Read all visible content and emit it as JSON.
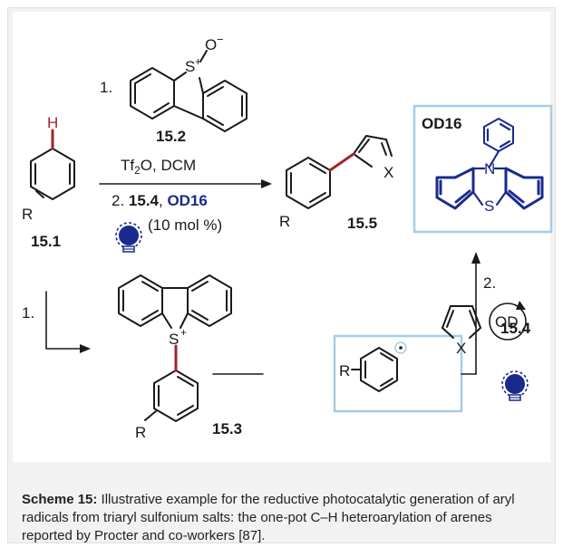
{
  "labels": {
    "step1": "1.",
    "sulfoxide_charge_s": "S",
    "sulfoxide_charge_plus": "+",
    "sulfoxide_o": "O",
    "sulfoxide_o_minus": "−",
    "cmpd_15_2": "15.2",
    "h_atom": "H",
    "r_group_1": "R",
    "cmpd_15_1": "15.1",
    "reagent_line1_a": "Tf",
    "reagent_line1_sub": "2",
    "reagent_line1_b": "O, DCM",
    "reagent_line2_prefix": "2. ",
    "reagent_line2_cmpd": "15.4",
    "reagent_line2_sep": ",  ",
    "reagent_line2_catalyst": "OD16",
    "catalyst_loading": "(10 mol %)",
    "product_x": "X",
    "r_group_2": "R",
    "cmpd_15_5": "15.5",
    "od16_title": "OD16",
    "od16_n": "N",
    "od16_s": "S",
    "lower_step1": "1.",
    "sulfonium_s": "S",
    "sulfonium_plus": "+",
    "r_group_3": "R",
    "cmpd_15_3": "15.3",
    "radical_r": "R",
    "lower_step2": "2.",
    "od_label": "OD",
    "heteroarene_x": "X",
    "cmpd_15_4": "15.4"
  },
  "caption": {
    "label": "Scheme 15:",
    "text": " Illustrative example for the reductive photocatalytic generation of aryl radicals from triaryl sulfonium salts: the one-pot C–H heteroarylation of arenes reported by Procter and co-workers [87]."
  },
  "colors": {
    "bond": "#1a1a1a",
    "highlight_bond": "#a0242b",
    "catalyst_blue": "#1a2a8c",
    "box_border": "#a8cbe6",
    "caption_bg": "#f2f2f2"
  }
}
